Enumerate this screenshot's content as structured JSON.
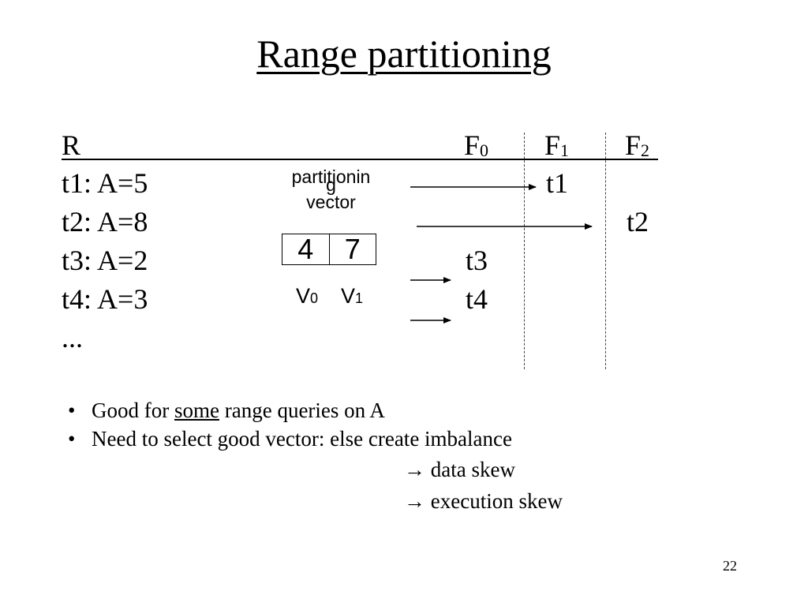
{
  "title": "Range partitioning",
  "relation": {
    "name": "R",
    "tuples": [
      "t1: A=5",
      "t2: A=8",
      "t3: A=2",
      "t4: A=3",
      "..."
    ]
  },
  "fragments": [
    {
      "base": "F",
      "sub": "0"
    },
    {
      "base": "F",
      "sub": "1"
    },
    {
      "base": "F",
      "sub": "2"
    }
  ],
  "placements": {
    "t1": "t1",
    "t2": "t2",
    "t3": "t3",
    "t4": "t4"
  },
  "vector": {
    "label_line1": "partitionin",
    "label_line2": "g",
    "label_line3": "vector",
    "values": [
      "4",
      "7"
    ],
    "indices": [
      {
        "base": "V",
        "sub": "0"
      },
      {
        "base": "V",
        "sub": "1"
      }
    ]
  },
  "bullets": {
    "b1_pre": "Good for ",
    "b1_underlined": "some",
    "b1_post": " range queries on A",
    "b2": "Need to select good vector: else create imbalance",
    "arrow_symbol": "→",
    "consequences": [
      "data skew",
      "execution skew"
    ]
  },
  "page_number": "22"
}
